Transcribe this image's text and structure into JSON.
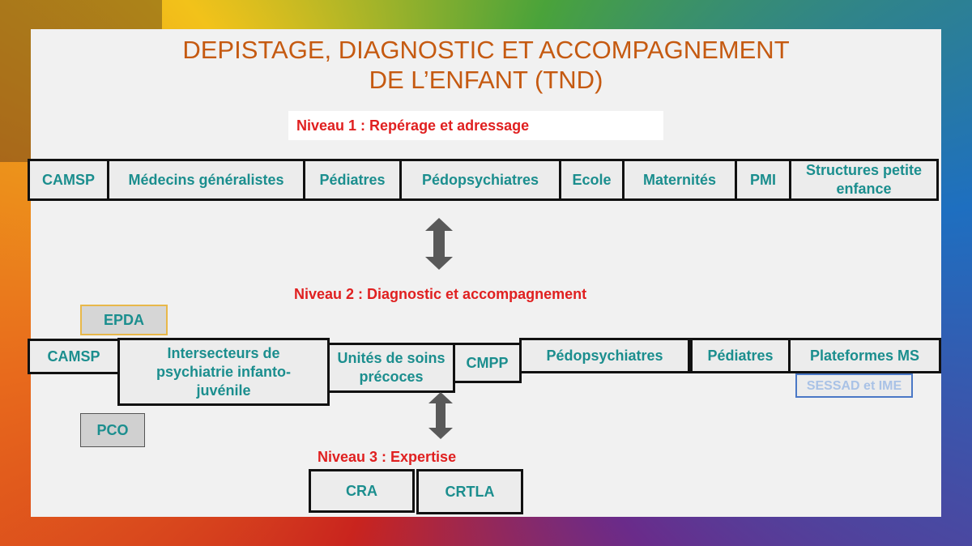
{
  "title": {
    "line1": "DEPISTAGE, DIAGNOSTIC ET ACCOMPAGNEMENT",
    "line2": "DE L’ENFANT (TND)"
  },
  "niveau1": {
    "label": "Niveau 1 : Repérage et adressage",
    "boxes": [
      "CAMSP",
      "Médecins généralistes",
      "Pédiatres",
      "Pédopsychiatres",
      "Ecole",
      "Maternités",
      "PMI",
      "Structures petite enfance"
    ]
  },
  "niveau2": {
    "label": "Niveau 2 : Diagnostic et accompagnement",
    "boxes": [
      "CAMSP",
      "Intersecteurs de psychiatrie infanto-juvénile",
      "Unités de soins précoces",
      "CMPP",
      "Pédopsychiatres",
      "Pédiatres",
      "Plateformes MS"
    ],
    "epda": "EPDA",
    "pco": "PCO",
    "sessad": "SESSAD et IME"
  },
  "niveau3": {
    "label": "Niveau 3 : Expertise",
    "boxes": [
      "CRA",
      "CRTLA"
    ]
  },
  "colors": {
    "title": "#c55a11",
    "level_label": "#e02020",
    "box_text": "#1b8e8e",
    "arrow": "#595959"
  }
}
